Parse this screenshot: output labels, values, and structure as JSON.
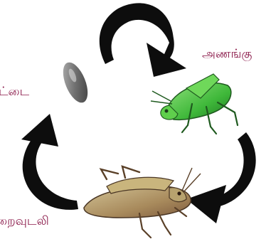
{
  "diagram": {
    "labels": {
      "nymph": "அணங்கு",
      "egg": "ட்டை",
      "adult": "றைவுடலி"
    },
    "colors": {
      "label": "#8b1a4a",
      "arrow": "#0d0d0d",
      "nymph_body": "#3fb83a",
      "adult_body": "#b09a6a",
      "egg": "#7a7a7a"
    }
  }
}
